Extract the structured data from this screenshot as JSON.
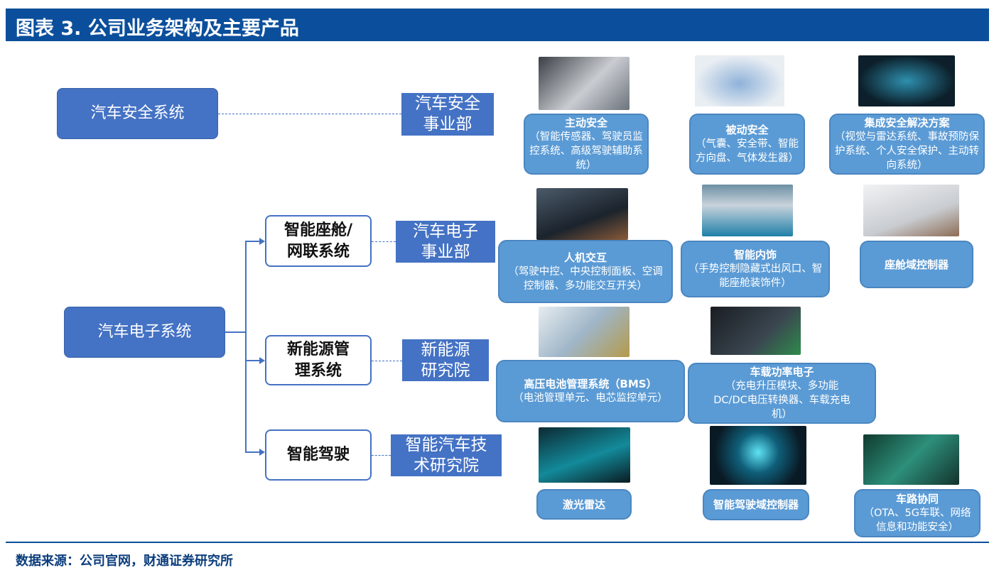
{
  "header": {
    "title": "图表 3.  公司业务架构及主要产品"
  },
  "systems": {
    "safety": "汽车安全系统",
    "electronics": "汽车电子系统"
  },
  "subsystems": {
    "cockpit": "智能座舱/\n网联系统",
    "energy": "新能源管\n理系统",
    "driving": "智能驾驶"
  },
  "departments": {
    "safety": "汽车安全\n事业部",
    "electronics": "汽车电子\n事业部",
    "energy": "新能源\n研究院",
    "driving": "智能汽车技\n术研究院"
  },
  "products": [
    {
      "title": "主动安全",
      "desc": "（智能传感器、驾驶员监控系统、高级驾驶辅助系统）"
    },
    {
      "title": "被动安全",
      "desc": "（气囊、安全带、智能方向盘、气体发生器）"
    },
    {
      "title": "集成安全解决方案",
      "desc": "（视觉与雷达系统、事故预防保护系统、个人安全保护、主动转向系统）"
    },
    {
      "title": "人机交互",
      "desc": "（驾驶中控、中央控制面板、空调控制器、多功能交互开关）"
    },
    {
      "title": "智能内饰",
      "desc": "（手势控制隐藏式出风口、智能座舱装饰件）"
    },
    {
      "title": "座舱域控制器",
      "desc": ""
    },
    {
      "title": "高压电池管理系统（BMS）",
      "desc": "（电池管理单元、电芯监控单元）"
    },
    {
      "title": "车载功率电子",
      "desc": "（充电升压模块、多功能DC/DC电压转换器、车载充电机）"
    },
    {
      "title": "激光雷达",
      "desc": ""
    },
    {
      "title": "智能驾驶域控制器",
      "desc": ""
    },
    {
      "title": "车路协同",
      "desc": "（OTA、5G车联、网络信息和功能安全）"
    }
  ],
  "footer": {
    "source": "数据来源：公司官网，财通证券研究所"
  }
}
